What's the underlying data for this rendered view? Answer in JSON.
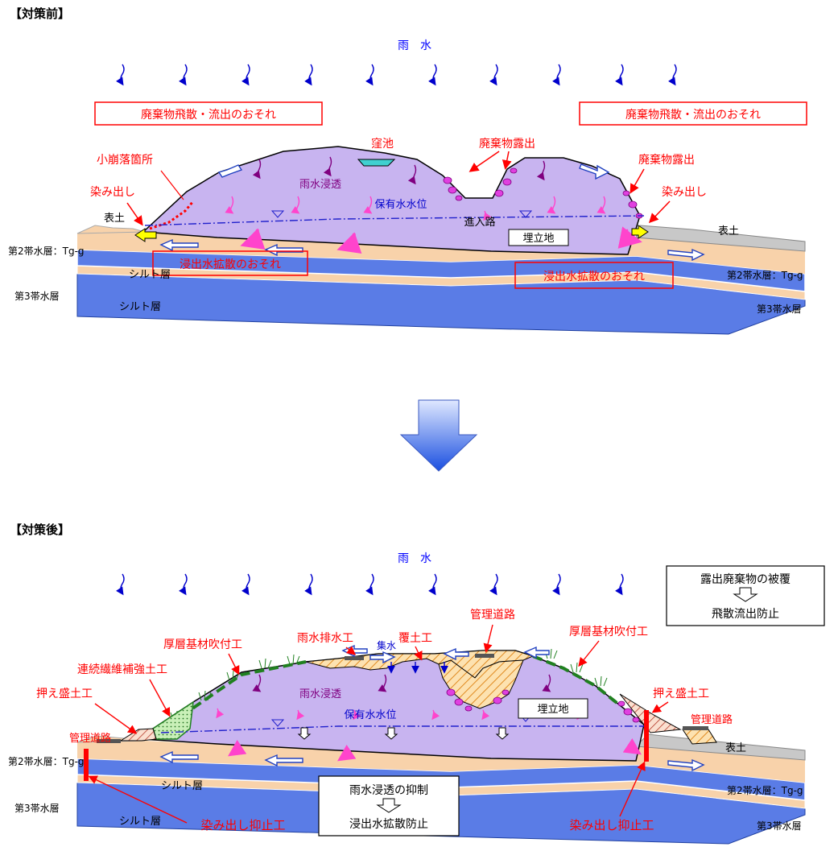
{
  "before": {
    "heading": "【対策前】",
    "rain": "雨　水",
    "risk_scatter_left": "廃棄物飛散・流出のおそれ",
    "risk_scatter_right": "廃棄物飛散・流出のおそれ",
    "pond": "窪池",
    "exposed_top": "廃棄物露出",
    "exposed_right": "廃棄物露出",
    "small_collapse": "小崩落箇所",
    "seep_left": "染み出し",
    "seep_right": "染み出し",
    "infiltration": "雨水浸透",
    "water_level": "保有水水位",
    "access_road": "進入路",
    "landfill": "埋立地",
    "topsoil_left": "表土",
    "topsoil_right": "表土",
    "aquifer2_left": "第2帯水層：Tg-g",
    "aquifer2_right": "第2帯水層：Tg-g",
    "leachate_left": "浸出水拡散のおそれ",
    "leachate_right": "浸出水拡散のおそれ",
    "silt_upper": "シルト層",
    "silt_lower": "シルト層",
    "aquifer3_left": "第3帯水層",
    "aquifer3_right": "第3帯水層"
  },
  "after": {
    "heading": "【対策後】",
    "rain": "雨　水",
    "cover_box_line1": "露出廃棄物の被覆",
    "cover_box_line2": "飛散流出防止",
    "rain_drain": "雨水排水工",
    "collect_water": "集水",
    "cover_soil": "覆土工",
    "mgmt_road_top": "管理道路",
    "thick_spray_left": "厚層基材吹付工",
    "thick_spray_right": "厚層基材吹付工",
    "fiber_reinforce": "連続繊維補強土工",
    "berm_left": "押え盛土工",
    "berm_right": "押え盛土工",
    "mgmt_road_left": "管理道路",
    "mgmt_road_right": "管理道路",
    "infiltration": "雨水浸透",
    "water_level": "保有水水位",
    "landfill": "埋立地",
    "topsoil_right": "表土",
    "aquifer2_left": "第2帯水層：Tg-g",
    "aquifer2_right": "第2帯水層：Tg-g",
    "silt_upper": "シルト層",
    "silt_lower": "シルト層",
    "aquifer3_left": "第3帯水層",
    "aquifer3_right": "第3帯水層",
    "seep_stop_left": "染み出し抑止工",
    "seep_stop_right": "染み出し抑止工",
    "suppress_box_line1": "雨水浸透の抑制",
    "suppress_box_line2": "浸出水拡散防止"
  },
  "colors": {
    "red": "#ff0000",
    "blue_text": "#0000ff",
    "purple_mound": "#c8b4f0",
    "aquifer_tan": "#f8d2aa",
    "silt_blue": "#5a7ce6",
    "magenta": "#ff44cc"
  }
}
